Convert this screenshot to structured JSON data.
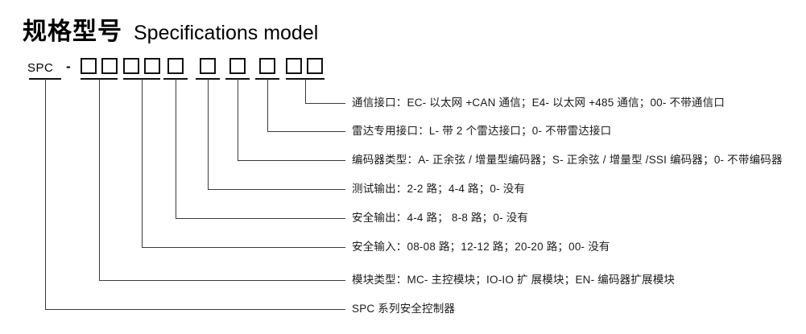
{
  "title": {
    "cn": "规格型号",
    "en": "Specifications model"
  },
  "code": {
    "prefix": "SPC",
    "separator": "-",
    "groups": [
      {
        "name": "module-type",
        "boxes": 2
      },
      {
        "name": "safety-input",
        "boxes": 2
      },
      {
        "name": "safety-output",
        "boxes": 1
      },
      {
        "name": "test-output",
        "boxes": 1
      },
      {
        "name": "encoder-type",
        "boxes": 1
      },
      {
        "name": "radar-interface",
        "boxes": 1
      },
      {
        "name": "communication-interface",
        "boxes": 2
      }
    ]
  },
  "specs": [
    {
      "key": "communication-interface",
      "text": "通信接口：EC- 以太网 +CAN 通信；E4- 以太网 +485 通信；00- 不带通信口"
    },
    {
      "key": "radar-interface",
      "text": "雷达专用接口：L- 带 2 个雷达接口；0- 不带雷达接口"
    },
    {
      "key": "encoder-type",
      "text": "编码器类型：A- 正余弦 / 增量型编码器；S- 正余弦 / 增量型 /SSI 编码器；0- 不带编码器"
    },
    {
      "key": "test-output",
      "text": "测试输出：2-2 路；4-4 路；0- 没有"
    },
    {
      "key": "safety-output",
      "text": "安全输出：4-4 路； 8-8 路；0- 没有"
    },
    {
      "key": "safety-input",
      "text": "安全输入：08-08 路；12-12 路；20-20 路；00- 没有"
    },
    {
      "key": "module-type",
      "text": "模块类型：MC- 主控模块；IO-IO 扩 展模块；EN- 编码器扩展模块"
    },
    {
      "key": "series",
      "text": "SPC 系列安全控制器"
    }
  ],
  "colors": {
    "text": "#1a1a1a",
    "line": "#3b3b3b",
    "box_border": "#111111",
    "background": "#ffffff"
  }
}
